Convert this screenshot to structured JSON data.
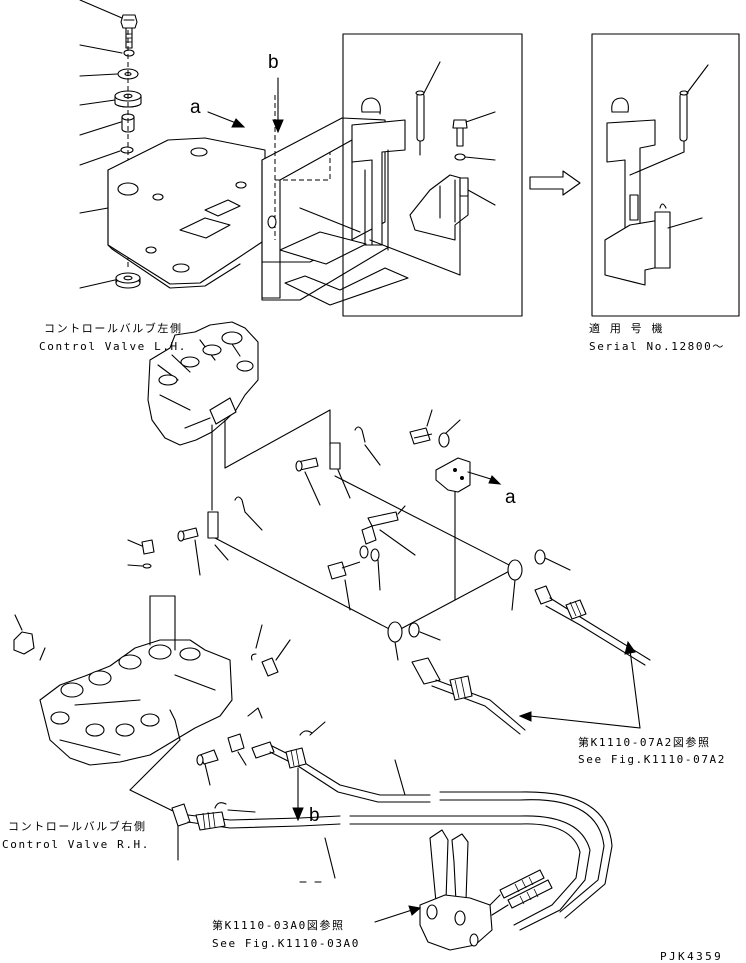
{
  "labels": {
    "control_valve_lh_jp": "コントロールバルブ左側",
    "control_valve_lh_en": "Control Valve L.H.",
    "control_valve_rh_jp": "コントロールバルブ右側",
    "control_valve_rh_en": "Control Valve R.H.",
    "applicable_serial_jp": "適 用 号 機",
    "applicable_serial_en": "Serial No.12800〜",
    "see_fig_07a2_jp": "第K1110-07A2図参照",
    "see_fig_07a2_en": "See Fig.K1110-07A2",
    "see_fig_03a0_jp": "第K1110-03A0図参照",
    "see_fig_03a0_en": "See Fig.K1110-03A0",
    "drawing_code": "PJK4359"
  },
  "markers": {
    "a_top": "a",
    "b_top": "b",
    "a_right": "a",
    "b_bottom": "b"
  },
  "icons": {
    "arrow_right": "hollow-arrow-right-icon"
  }
}
